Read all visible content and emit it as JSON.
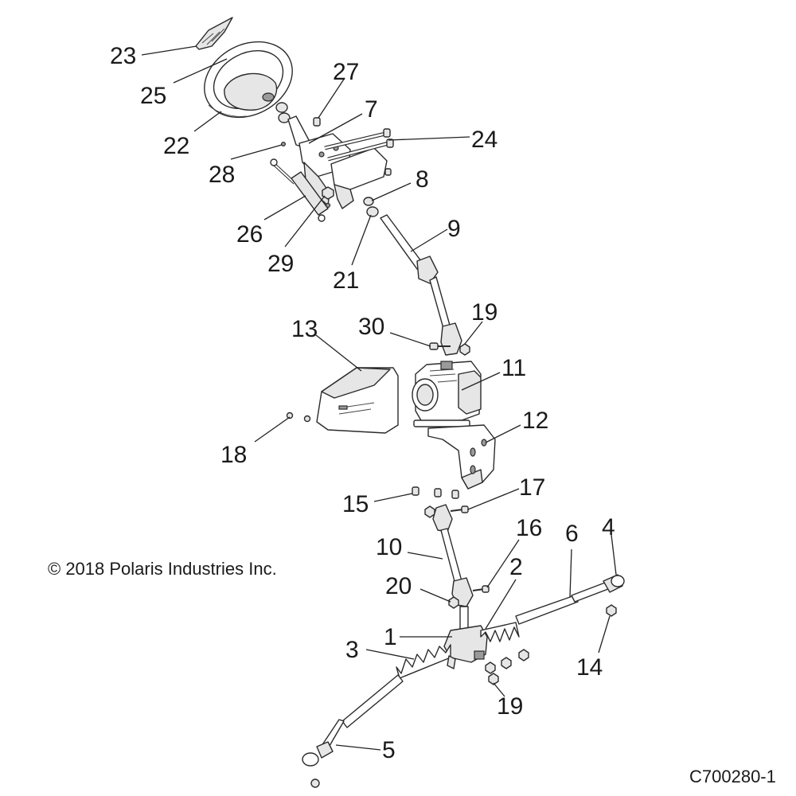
{
  "copyright": "© 2018 Polaris Industries Inc.",
  "drawing_code": "C700280-1",
  "callouts": {
    "c1": "1",
    "c2": "2",
    "c3": "3",
    "c4": "4",
    "c5": "5",
    "c6": "6",
    "c7": "7",
    "c8": "8",
    "c9": "9",
    "c10": "10",
    "c11": "11",
    "c12": "12",
    "c13": "13",
    "c14": "14",
    "c15": "15",
    "c16": "16",
    "c17": "17",
    "c18": "18",
    "c19a": "19",
    "c19b": "19",
    "c20": "20",
    "c21": "21",
    "c22": "22",
    "c23": "23",
    "c24": "24",
    "c25": "25",
    "c26": "26",
    "c27": "27",
    "c28": "28",
    "c29": "29",
    "c30": "30"
  }
}
